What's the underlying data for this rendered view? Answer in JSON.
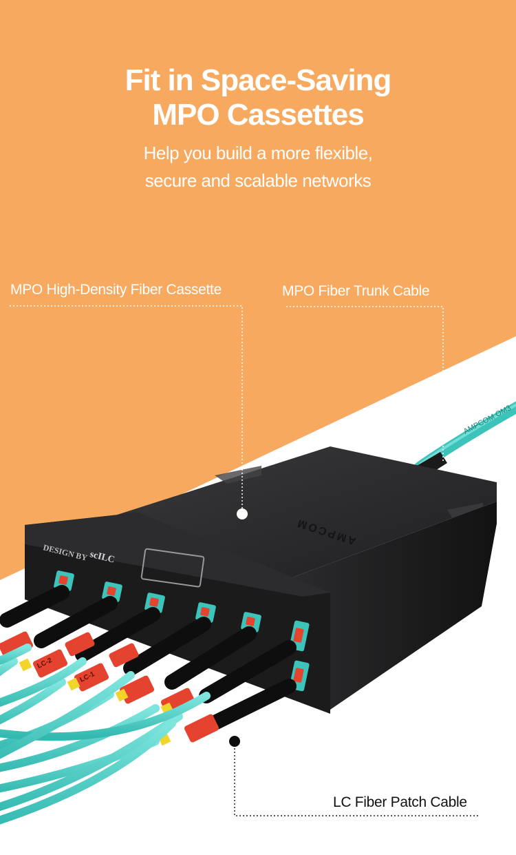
{
  "headline": {
    "line1": "Fit in Space-Saving",
    "line2": "MPO Cassettes"
  },
  "subhead": {
    "line1": "Help you build a more flexible,",
    "line2": "secure and scalable networks"
  },
  "callouts": {
    "cassette": "MPO High-Density Fiber Cassette",
    "trunk": "MPO Fiber Trunk Cable",
    "patch": "LC Fiber Patch Cable"
  },
  "product_markings": {
    "brand": "AMPCOM",
    "faceplate": "DESIGN BY",
    "faceplate_logo": "scILC",
    "connector_label_a": "LC-1",
    "connector_label_b": "LC-2",
    "trunk_jacket_print": "AMPCOM OM3"
  },
  "colors": {
    "background_orange": "#F8A960",
    "cable_aqua": "#4FD1C8",
    "connector_red": "#E4432F",
    "cassette_body": "#2A2A2C"
  }
}
